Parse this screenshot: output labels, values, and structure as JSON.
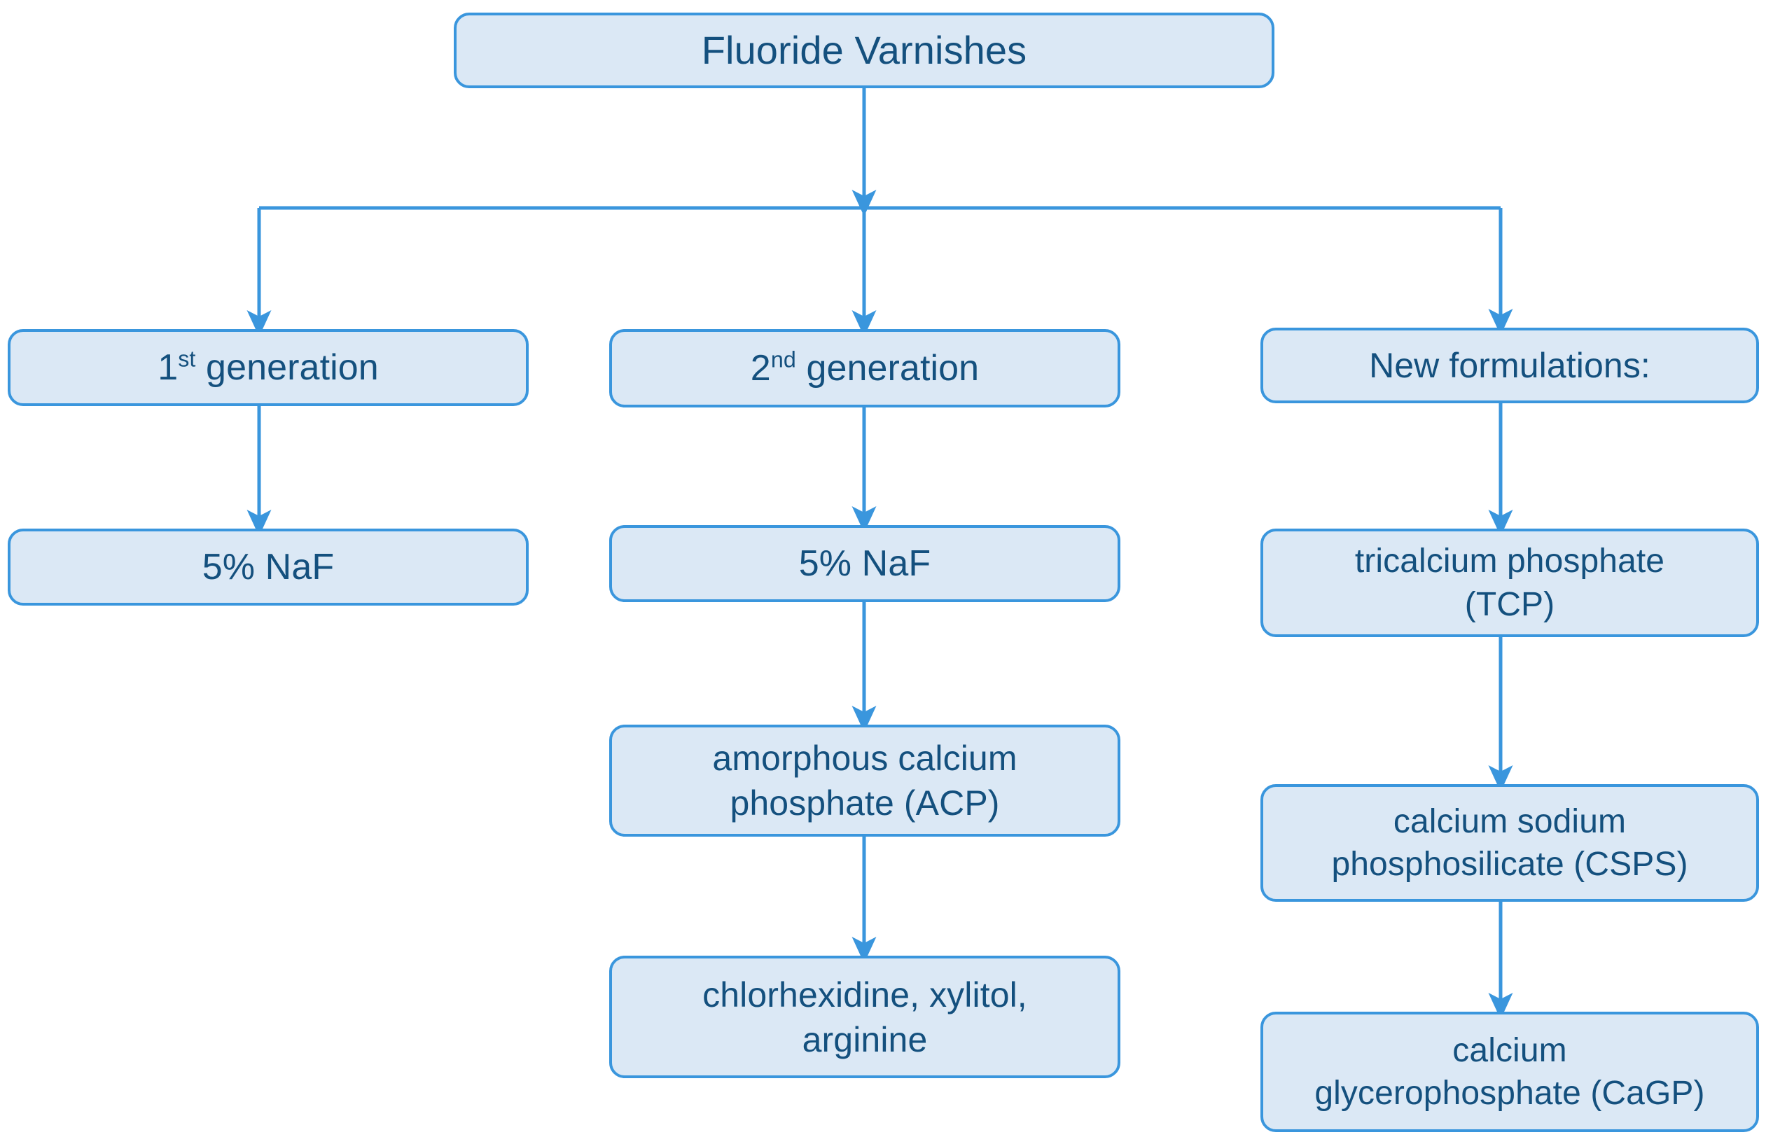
{
  "diagram": {
    "title": "Fluoride Varnishes",
    "colors": {
      "node_fill": "#dbe8f5",
      "node_border": "#3a96dd",
      "node_text": "#14507e",
      "connector": "#3a96dd",
      "background": "#ffffff"
    },
    "nodes": {
      "root": {
        "label": "Fluoride Varnishes"
      },
      "gen1": {
        "label": "1",
        "sup": "st",
        "label_tail": " generation",
        "full": "1st generation"
      },
      "gen2": {
        "label": "2",
        "sup": "nd",
        "label_tail": " generation",
        "full": "2nd generation"
      },
      "newform": {
        "label": "New formulations:"
      },
      "naf1": {
        "label": "5% NaF"
      },
      "naf2": {
        "label": "5% NaF"
      },
      "tcp": {
        "line1": "tricalcium phosphate",
        "line2": "(TCP)",
        "full": "tricalcium phosphate (TCP)"
      },
      "acp": {
        "line1": "amorphous calcium",
        "line2": "phosphate (ACP)",
        "full": "amorphous calcium phosphate (ACP)"
      },
      "csps": {
        "line1": "calcium sodium",
        "line2": "phosphosilicate (CSPS)",
        "full": "calcium sodium phosphosilicate (CSPS)"
      },
      "chx": {
        "line1": "chlorhexidine, xylitol,",
        "line2": "arginine",
        "full": "chlorhexidine, xylitol, arginine"
      },
      "cagp": {
        "line1": "calcium",
        "line2": "glycerophosphate (CaGP)",
        "full": "calcium glycerophosphate (CaGP)"
      }
    },
    "branches": [
      {
        "from": "root",
        "to": "branch-bar"
      },
      {
        "from": "branch-bar",
        "to": "gen1"
      },
      {
        "from": "branch-bar",
        "to": "gen2"
      },
      {
        "from": "branch-bar",
        "to": "newform"
      },
      {
        "from": "gen1",
        "to": "naf1"
      },
      {
        "from": "gen2",
        "to": "naf2"
      },
      {
        "from": "naf2",
        "to": "acp"
      },
      {
        "from": "acp",
        "to": "chx"
      },
      {
        "from": "newform",
        "to": "tcp"
      },
      {
        "from": "tcp",
        "to": "csps"
      },
      {
        "from": "csps",
        "to": "cagp"
      }
    ]
  }
}
